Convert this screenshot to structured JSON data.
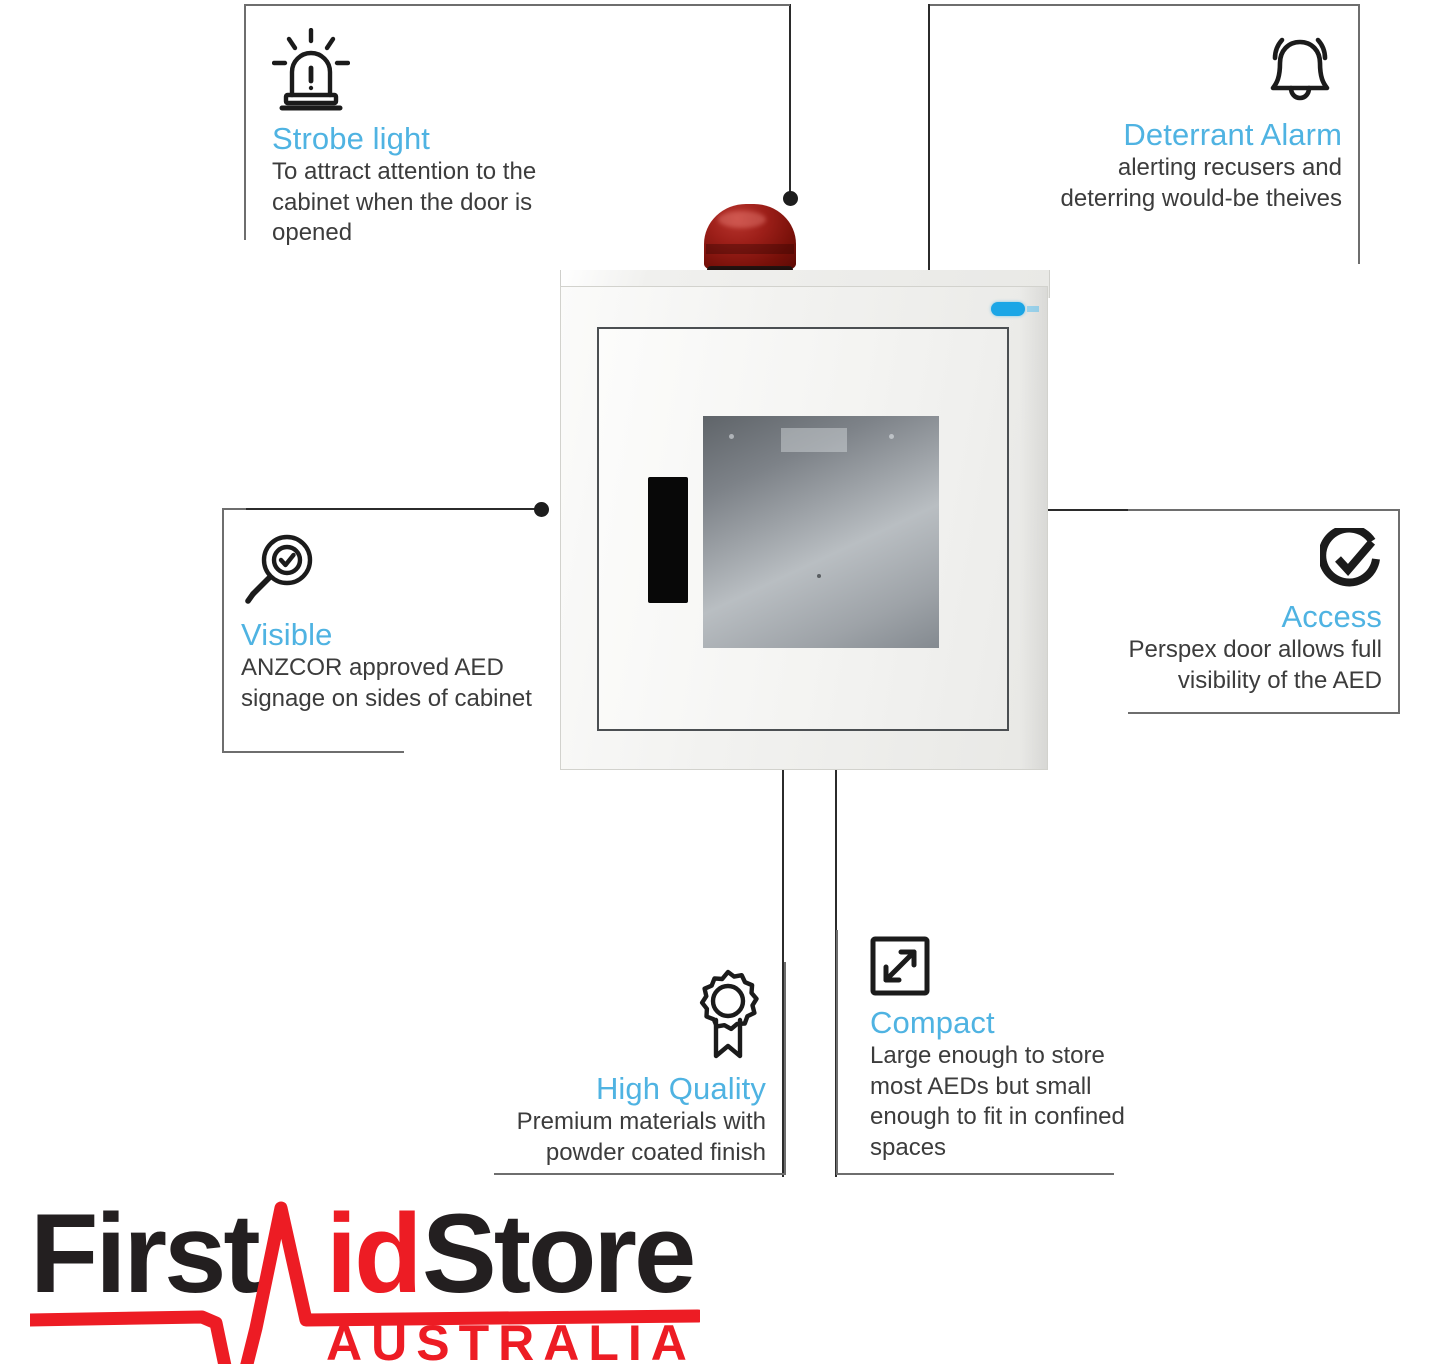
{
  "meta": {
    "accent_blue": "#4FB3E2",
    "body_text_color": "#3C3C3C",
    "brand_red": "#ED1C24",
    "brand_black": "#231F20"
  },
  "callouts": [
    {
      "id": "strobe-light",
      "icon": "strobe-light-icon",
      "title": "Strobe light",
      "body": "To attract attention to the cabinet when the door is opened",
      "align": "left"
    },
    {
      "id": "deterrant-alarm",
      "icon": "bell-icon",
      "title": "Deterrant Alarm",
      "body": "alerting recusers and deterring would-be theives",
      "align": "right"
    },
    {
      "id": "visible",
      "icon": "magnifier-check-icon",
      "title": "Visible",
      "body": "ANZCOR approved AED signage on sides of cabinet",
      "align": "left"
    },
    {
      "id": "access",
      "icon": "check-circle-icon",
      "title": "Access",
      "body": "Perspex door allows full visibility of the AED",
      "align": "right"
    },
    {
      "id": "high-quality",
      "icon": "award-ribbon-icon",
      "title": "High Quality",
      "body": "Premium materials with powder coated finish",
      "align": "right"
    },
    {
      "id": "compact",
      "icon": "resize-arrows-icon",
      "title": "Compact",
      "body": "Large enough to store most AEDs but small enough to fit in confined spaces",
      "align": "left"
    }
  ],
  "product": {
    "name": "aed-wall-cabinet",
    "strobe": "red-strobe-beacon",
    "door": "perspex-door",
    "window": "aed-viewing-window",
    "signage": "aed-side-signage",
    "brand_badge": "cardiact-badge"
  },
  "logo": {
    "line1_part1": "First",
    "line1_part2": "id",
    "line1_part3": "Store",
    "line2": "AUSTRALIA",
    "mark": "ecg-heartbeat-line"
  }
}
